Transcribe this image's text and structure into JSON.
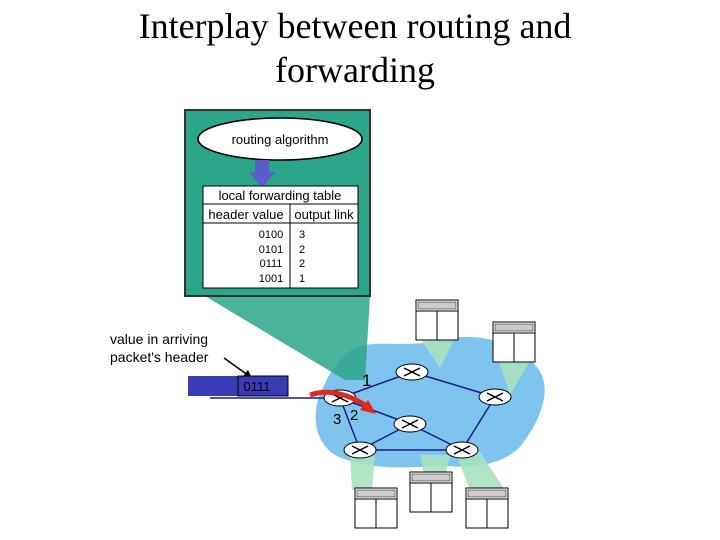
{
  "title_line1": "Interplay between routing and",
  "title_line2": "forwarding",
  "routing_algorithm": "routing algorithm",
  "table": {
    "title": "local forwarding table",
    "col_header_value": "header value",
    "col_output_link": "output link",
    "rows": [
      {
        "header": "0100",
        "link": "3"
      },
      {
        "header": "0101",
        "link": "2"
      },
      {
        "header": "0111",
        "link": "2"
      },
      {
        "header": "1001",
        "link": "1"
      }
    ]
  },
  "arriving_label_line1": "value in arriving",
  "arriving_label_line2": "packet's header",
  "packet_value": "0111",
  "port_1": "1",
  "port_2": "2",
  "port_3": "3",
  "colors": {
    "panel": "#2ca58a",
    "network": "#7fc4ef",
    "packet": "#3b3bb5",
    "arrow": "#e0281c"
  }
}
